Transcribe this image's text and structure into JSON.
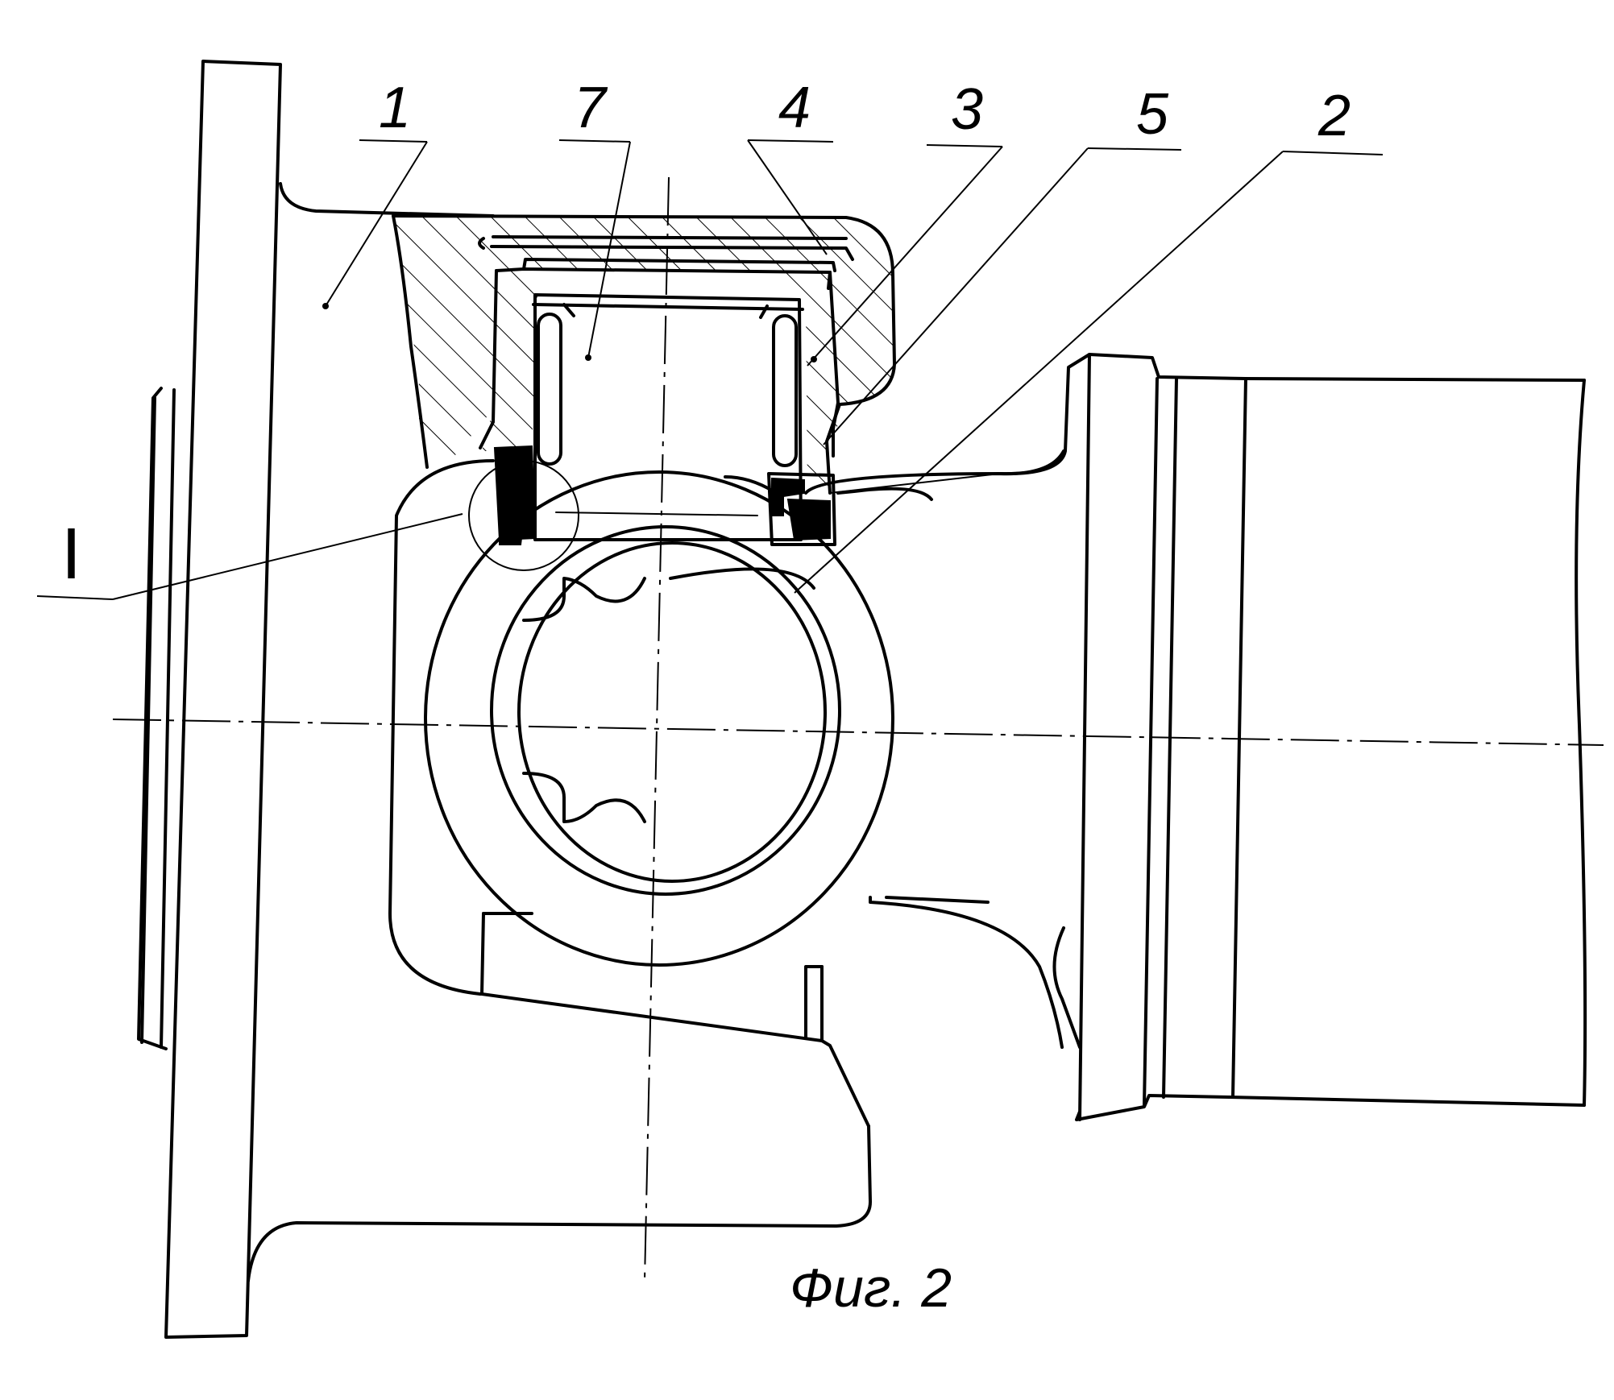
{
  "figure": {
    "caption": "Фиг. 2",
    "labels": {
      "part_1": "1",
      "part_7": "7",
      "part_4": "4",
      "part_3": "3",
      "part_5": "5",
      "part_2": "2",
      "detail_I": "I"
    }
  }
}
